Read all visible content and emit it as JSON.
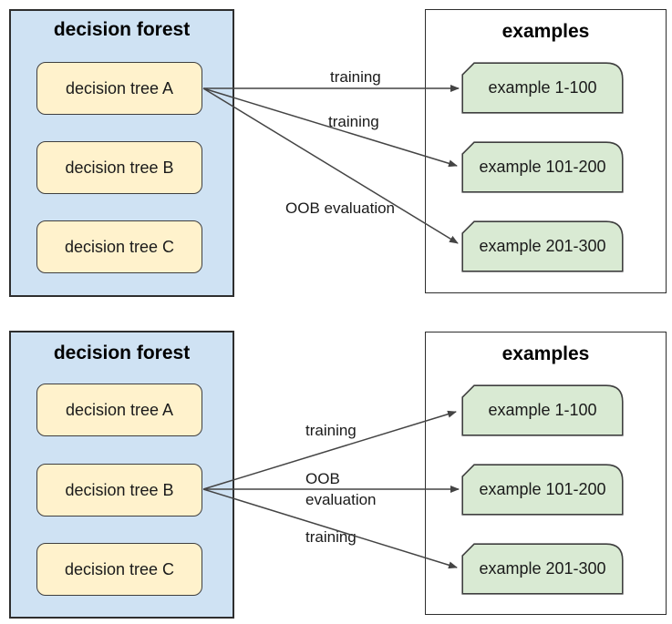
{
  "panels": [
    {
      "forest": {
        "title": "decision forest",
        "trees": [
          {
            "label": "decision tree A"
          },
          {
            "label": "decision tree B"
          },
          {
            "label": "decision tree C"
          }
        ]
      },
      "examples": {
        "title": "examples",
        "items": [
          {
            "label": "example 1-100"
          },
          {
            "label": "example 101-200"
          },
          {
            "label": "example 201-300"
          }
        ]
      },
      "arrows": [
        {
          "from": "decision tree A",
          "to": "example 1-100",
          "label": "training"
        },
        {
          "from": "decision tree A",
          "to": "example 101-200",
          "label": "training"
        },
        {
          "from": "decision tree A",
          "to": "example 201-300",
          "label": "OOB evaluation"
        }
      ]
    },
    {
      "forest": {
        "title": "decision forest",
        "trees": [
          {
            "label": "decision tree A"
          },
          {
            "label": "decision tree B"
          },
          {
            "label": "decision tree C"
          }
        ]
      },
      "examples": {
        "title": "examples",
        "items": [
          {
            "label": "example 1-100"
          },
          {
            "label": "example 101-200"
          },
          {
            "label": "example 201-300"
          }
        ]
      },
      "arrows": [
        {
          "from": "decision tree B",
          "to": "example 1-100",
          "label": "training"
        },
        {
          "from": "decision tree B",
          "to": "example 101-200",
          "label": "OOB\nevaluation"
        },
        {
          "from": "decision tree B",
          "to": "example 201-300",
          "label": "training"
        }
      ]
    }
  ],
  "colors": {
    "forest_fill": "#cfe2f3",
    "tree_fill": "#fff2cc",
    "example_fill": "#d9ead3",
    "container_stroke": "#2e2e2e",
    "node_stroke": "#3f3f3f",
    "line": "#444444"
  }
}
